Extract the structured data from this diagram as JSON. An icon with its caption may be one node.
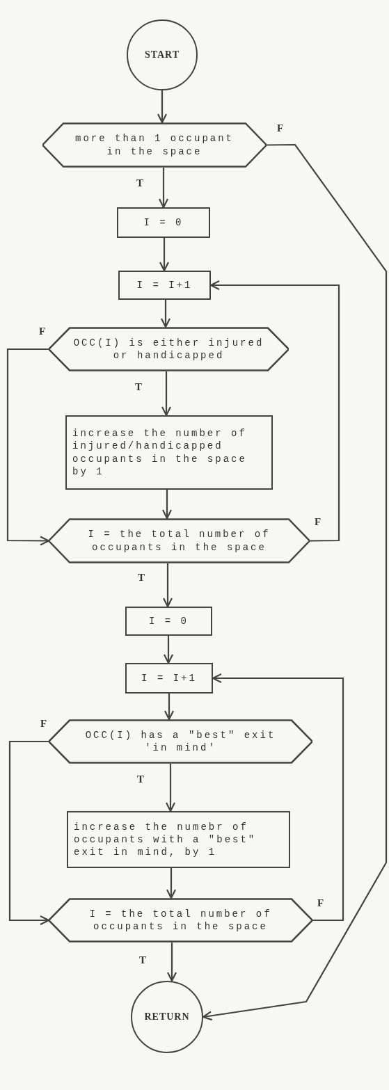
{
  "diagram": {
    "nodes": [
      {
        "text": [
          "START"
        ]
      },
      {
        "text": [
          "more than 1 occupant in the space"
        ]
      },
      {
        "text": [
          "I = 0"
        ]
      },
      {
        "text": [
          "I = I+1"
        ]
      },
      {
        "text": [
          "OCC(I) is either injured or handicapped"
        ]
      },
      {
        "text": [
          "increase the number of injured/handicapped occupants in the space by 1"
        ]
      },
      {
        "text": [
          "I = the total number of occupants in the space"
        ]
      },
      {
        "text": [
          "I = 0"
        ]
      },
      {
        "text": [
          "I = I+1"
        ]
      },
      {
        "text": [
          "OCC(I) has a \"best\" exit 'in mind'"
        ]
      },
      {
        "text": [
          "increase the numebr of occupants with a \"best\" exit in mind, by 1"
        ]
      },
      {
        "text": [
          "I = the total number of occupants in the space"
        ]
      },
      {
        "text": [
          "RETURN"
        ]
      }
    ],
    "edges": [
      {
        "from": 0,
        "to": 1,
        "arrow": "to"
      },
      {
        "from": 1,
        "to": 2,
        "arrow": "to",
        "label": "T"
      },
      {
        "from": 1,
        "to": 12,
        "arrow": "to",
        "label": "F"
      },
      {
        "from": 2,
        "to": 3,
        "arrow": "to"
      },
      {
        "from": 3,
        "to": 4,
        "arrow": "to"
      },
      {
        "from": 4,
        "to": 5,
        "arrow": "to",
        "label": "T"
      },
      {
        "from": 4,
        "to": 6,
        "arrow": "to",
        "label": "F"
      },
      {
        "from": 5,
        "to": 6,
        "arrow": "to"
      },
      {
        "from": 6,
        "to": 3,
        "arrow": "to",
        "label": "F"
      },
      {
        "from": 6,
        "to": 7,
        "arrow": "to",
        "label": "T"
      },
      {
        "from": 7,
        "to": 8,
        "arrow": "to"
      },
      {
        "from": 8,
        "to": 9,
        "arrow": "to"
      },
      {
        "from": 9,
        "to": 10,
        "arrow": "to",
        "label": "T"
      },
      {
        "from": 9,
        "to": 11,
        "arrow": "to",
        "label": "F"
      },
      {
        "from": 10,
        "to": 11,
        "arrow": "to"
      },
      {
        "from": 11,
        "to": 8,
        "arrow": "to",
        "label": "F"
      },
      {
        "from": 11,
        "to": 12,
        "arrow": "to",
        "label": "T"
      }
    ]
  }
}
